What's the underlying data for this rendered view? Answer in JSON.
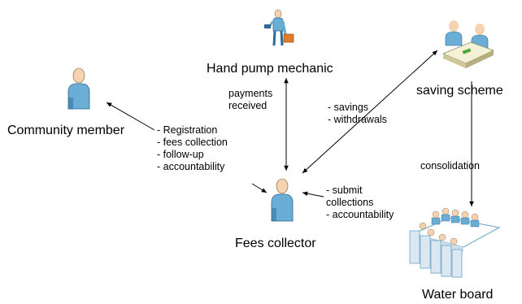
{
  "nodes": {
    "hand_pump_mechanic": {
      "label": "Hand pump mechanic",
      "icon": "mechanic-with-toolbox-icon"
    },
    "community_member": {
      "label": "Community member",
      "icon": "person-icon"
    },
    "saving_scheme": {
      "label": "saving scheme",
      "icon": "people-at-desk-icon"
    },
    "fees_collector": {
      "label": "Fees collector",
      "icon": "person-icon"
    },
    "water_board": {
      "label": "Water board",
      "icon": "board-meeting-icon"
    }
  },
  "edges": {
    "collector_to_community": {
      "lines": [
        "- Registration",
        "- fees collection",
        "- follow-up",
        "- accountability"
      ]
    },
    "mechanic_collector": {
      "lines": [
        "payments",
        "received"
      ]
    },
    "collector_saving": {
      "lines": [
        "- savings",
        "- withdrawals"
      ]
    },
    "saving_to_board": {
      "lines": [
        "consolidation"
      ]
    },
    "board_to_collector": {
      "lines": [
        "- submit",
        "collections",
        "- accountability"
      ]
    }
  },
  "colors": {
    "person_body": "#6aaed6",
    "person_dark": "#2b6a96",
    "skin": "#f6d3b0",
    "table": "#f4f1d6",
    "arrow": "#000000"
  }
}
